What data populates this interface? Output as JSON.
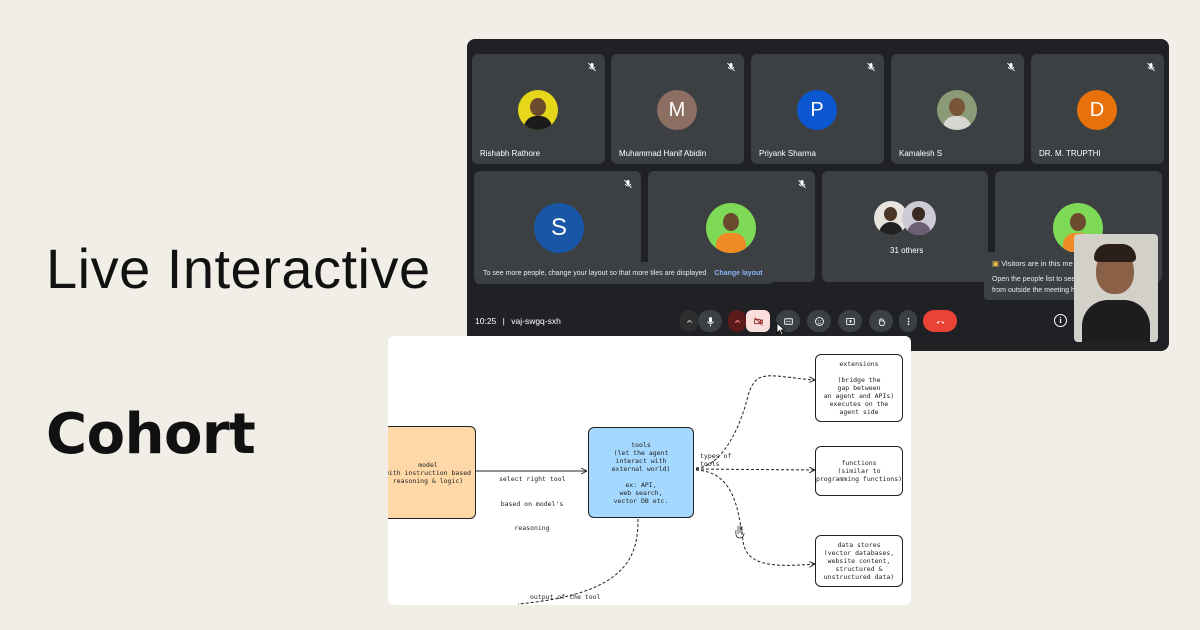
{
  "headline": {
    "line1": "Live Interactive",
    "line2": "Cohort"
  },
  "meet": {
    "participants": [
      {
        "name": "Rishabh Rathore",
        "avatar_type": "photo"
      },
      {
        "name": "Muhammad Hanif Abidin",
        "initial": "M",
        "color": "#8d6e63"
      },
      {
        "name": "Priyank Sharma",
        "initial": "P",
        "color": "#0b57d0"
      },
      {
        "name": "Kamalesh S",
        "avatar_type": "photo"
      },
      {
        "name": "DR. M. TRUPTHI",
        "initial": "D",
        "color": "#e8710a"
      },
      {
        "name": "",
        "initial": "S",
        "color": "#1a56a6"
      },
      {
        "name": "",
        "avatar_type": "photo"
      },
      {
        "name": "",
        "avatar_type": "photo"
      }
    ],
    "others_label": "31 others",
    "layout_hint": "To see more people, change your layout so that more tiles are displayed",
    "change_layout_label": "Change layout",
    "visitors_title": "Visitors are in this me",
    "visitors_line1": "Open the people list to see",
    "visitors_line2": "from outside the meeting h",
    "time": "10:25",
    "separator": "|",
    "meeting_code": "vaj-swgq-sxh",
    "colors": {
      "end_call": "#ea4335",
      "camera_off": "#f9dedc",
      "bg": "#202124",
      "tile": "#3c4043"
    }
  },
  "diagram": {
    "model_line1": "model",
    "model_line2": "with instruction based",
    "model_line3": "reasoning & logic)",
    "arrow1_line1": "select right tool",
    "arrow1_line2": "based on model's",
    "arrow1_line3": "reasoning",
    "tools_text": "tools\n(let the agent\ninteract with\nexternal world)\n\nex: API,\nweb search,\nvector DB etc.",
    "types_label": "types of\ntools",
    "extensions_text": "extensions\n\n(bridge the\ngap between\nan agent and APIs)\nexecutes on the\nagent side",
    "functions_text": "functions\n(similar to\nprogramming functions)",
    "datastores_text": "data stores\n(vector databases,\nwebsite content,\nstructured &\nunstructured data)",
    "output_label": "output of the tool",
    "colors": {
      "model_fill": "#ffd8a8",
      "tools_fill": "#a5d8ff"
    }
  }
}
